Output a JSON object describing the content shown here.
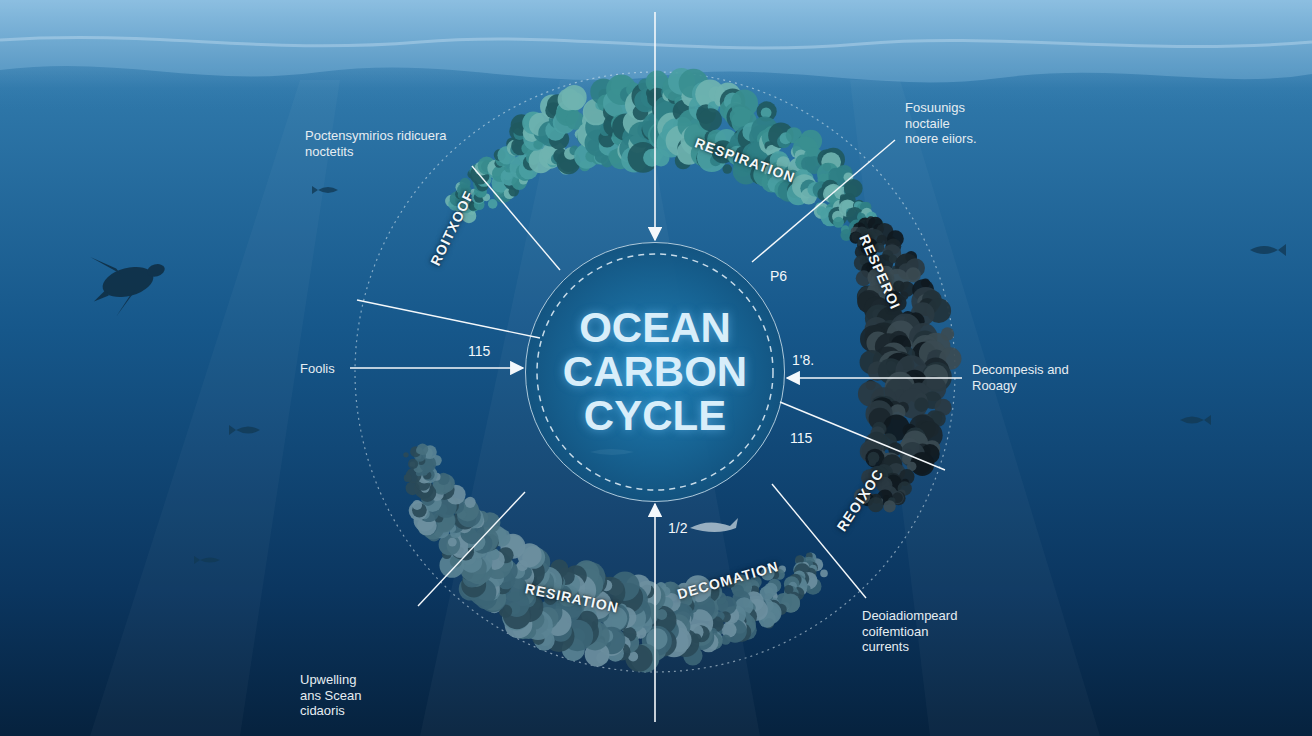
{
  "diagram": {
    "nodes": [
      {
        "text": [
          "OCEAN CARBON CYCLE"
        ]
      }
    ],
    "labels": [
      "Poctensymirios ridicuera noctetits",
      "RESPIRATION",
      "Fosuunigs noctaile noere eiiors.",
      "ROITXOOF",
      "RESPEROI",
      "P6",
      "Foolis",
      "115",
      "1'8.",
      "115",
      "Decompesis and Rooagy",
      "REOIXOC",
      "1/2",
      "RESIRATION",
      "DECOMATION",
      "Upwelling ans Scean cidaoris",
      "Deoiadiompeard coifemtioan currents"
    ]
  }
}
